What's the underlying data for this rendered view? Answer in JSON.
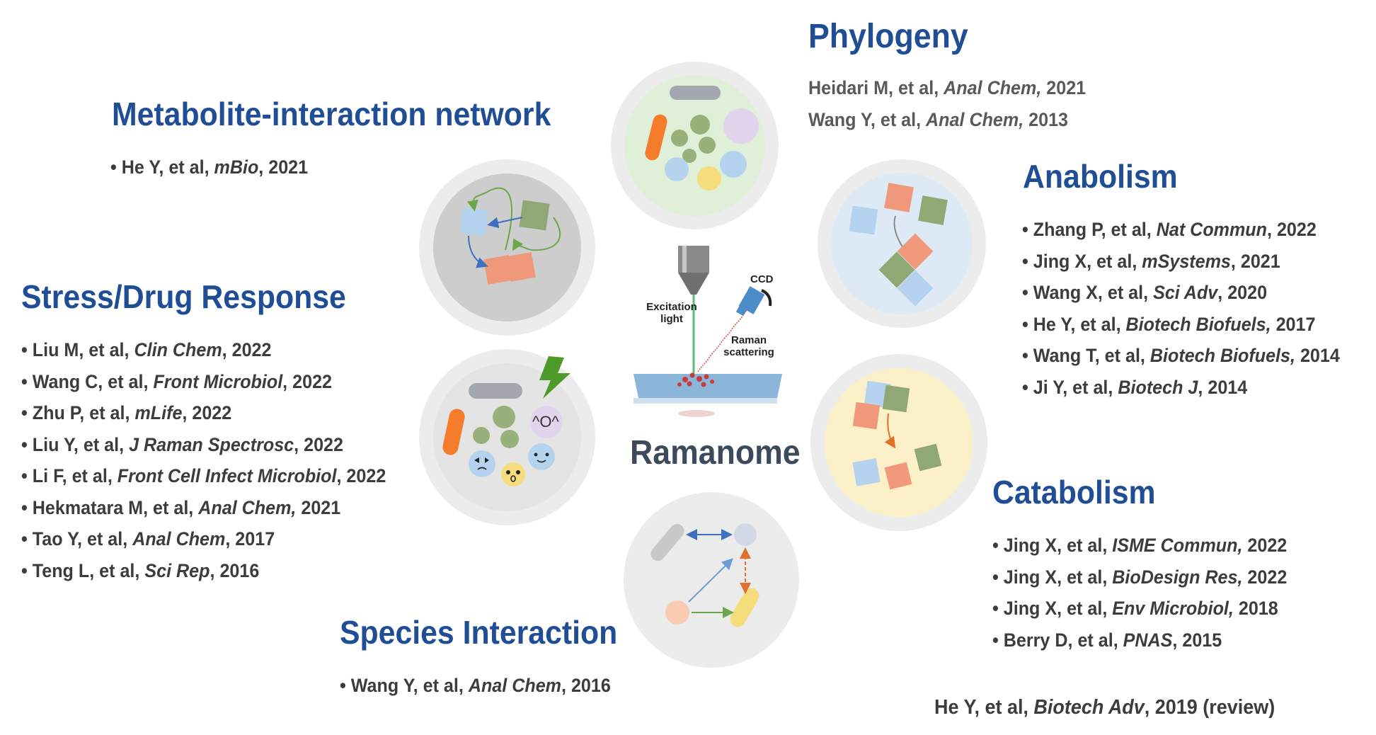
{
  "center": {
    "label": "Ramanome",
    "instrument": {
      "ccd": "CCD",
      "excitation": "Excitation light",
      "raman": "Raman scattering"
    }
  },
  "sections": {
    "phylogeny": {
      "title": "Phylogeny",
      "refs": [
        {
          "pre": "Heidari M, et al, ",
          "journal": "Anal Chem,",
          "post": " 2021"
        },
        {
          "pre": "Wang Y, et al, ",
          "journal": "Anal Chem,",
          "post": " 2013"
        }
      ]
    },
    "metabolite": {
      "title": "Metabolite-interaction network",
      "refs": [
        {
          "pre": "He Y, et al, ",
          "journal": "mBio",
          "post": ", 2021"
        }
      ]
    },
    "anabolism": {
      "title": "Anabolism",
      "refs": [
        {
          "pre": "Zhang P, et al, ",
          "journal": "Nat Commun",
          "post": ", 2022"
        },
        {
          "pre": "Jing X, et al, ",
          "journal": "mSystems",
          "post": ", 2021"
        },
        {
          "pre": "Wang X, et al, ",
          "journal": "Sci Adv",
          "post": ", 2020"
        },
        {
          "pre": "He Y, et al, ",
          "journal": "Biotech Biofuels,",
          "post": " 2017"
        },
        {
          "pre": "Wang T, et al, ",
          "journal": "Biotech Biofuels,",
          "post": " 2014"
        },
        {
          "pre": "Ji Y, et al, ",
          "journal": "Biotech J",
          "post": ", 2014"
        }
      ]
    },
    "stress": {
      "title": "Stress/Drug Response",
      "refs": [
        {
          "pre": "Liu M, et al, ",
          "journal": "Clin Chem",
          "post": ", 2022"
        },
        {
          "pre": "Wang C, et al, ",
          "journal": "Front Microbiol",
          "post": ", 2022"
        },
        {
          "pre": "Zhu P, et al, ",
          "journal": "mLife",
          "post": ", 2022"
        },
        {
          "pre": "Liu Y, et al, ",
          "journal": "J Raman Spectrosc",
          "post": ", 2022"
        },
        {
          "pre": "Li F, et al, ",
          "journal": "Front Cell Infect Microbiol",
          "post": ", 2022"
        },
        {
          "pre": "Hekmatara M, et al, ",
          "journal": "Anal Chem,",
          "post": " 2021"
        },
        {
          "pre": "Tao Y, et al, ",
          "journal": "Anal Chem",
          "post": ", 2017"
        },
        {
          "pre": "Teng L, et al, ",
          "journal": "Sci Rep",
          "post": ", 2016"
        }
      ]
    },
    "catabolism": {
      "title": "Catabolism",
      "refs": [
        {
          "pre": "Jing X, et al, ",
          "journal": "ISME Commun,",
          "post": " 2022"
        },
        {
          "pre": "Jing X, et al, ",
          "journal": "BioDesign Res,",
          "post": " 2022"
        },
        {
          "pre": "Jing X, et al, ",
          "journal": "Env Microbiol,",
          "post": " 2018"
        },
        {
          "pre": "Berry D, et al, ",
          "journal": "PNAS",
          "post": ", 2015"
        }
      ]
    },
    "species": {
      "title": "Species Interaction",
      "refs": [
        {
          "pre": "Wang Y, et al, ",
          "journal": "Anal Chem",
          "post": ", 2016"
        }
      ]
    }
  },
  "review": {
    "pre": "He Y, et al, ",
    "journal": "Biotech Adv",
    "post": ", 2019 (review)"
  },
  "faces": {
    "happy": "^O^",
    "bullet": "•"
  },
  "colors": {
    "heading": "#1f4e96",
    "text": "#3c3c3c",
    "orange": "#f47c2a",
    "green": "#98b07a",
    "blue": "#b5d3ee",
    "salmon": "#f0987a",
    "yellow": "#f6dd7c",
    "lavender": "#e2d4ec"
  }
}
